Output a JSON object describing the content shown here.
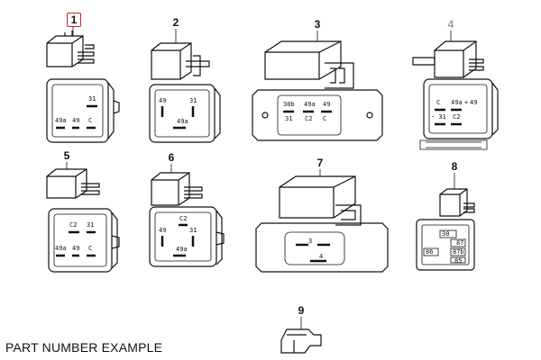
{
  "caption": "PART NUMBER EXAMPLE",
  "highlight_color": "#d0202a",
  "parts": [
    {
      "number": "1",
      "highlighted": true,
      "terminals": [
        "31",
        "49a",
        "49",
        "C"
      ]
    },
    {
      "number": "2",
      "highlighted": false,
      "terminals": [
        "49",
        "31",
        "49a"
      ]
    },
    {
      "number": "3",
      "highlighted": false,
      "terminals": [
        "30b",
        "49a",
        "49",
        "31",
        "C2",
        "C"
      ]
    },
    {
      "number": "4",
      "highlighted": false,
      "faded": true,
      "terminals": [
        "C",
        "49a",
        "+",
        "49",
        "- 31",
        "C2"
      ]
    },
    {
      "number": "5",
      "highlighted": false,
      "terminals": [
        "C2",
        "31",
        "49a",
        "49",
        "C"
      ]
    },
    {
      "number": "6",
      "highlighted": false,
      "terminals": [
        "C2",
        "49",
        "31",
        "49a"
      ]
    },
    {
      "number": "7",
      "highlighted": false,
      "terminals": [
        "3",
        "4"
      ]
    },
    {
      "number": "8",
      "highlighted": false,
      "terminals": [
        "30",
        "87",
        "87b",
        "86",
        "85"
      ]
    },
    {
      "number": "9",
      "highlighted": false,
      "terminals": []
    }
  ]
}
